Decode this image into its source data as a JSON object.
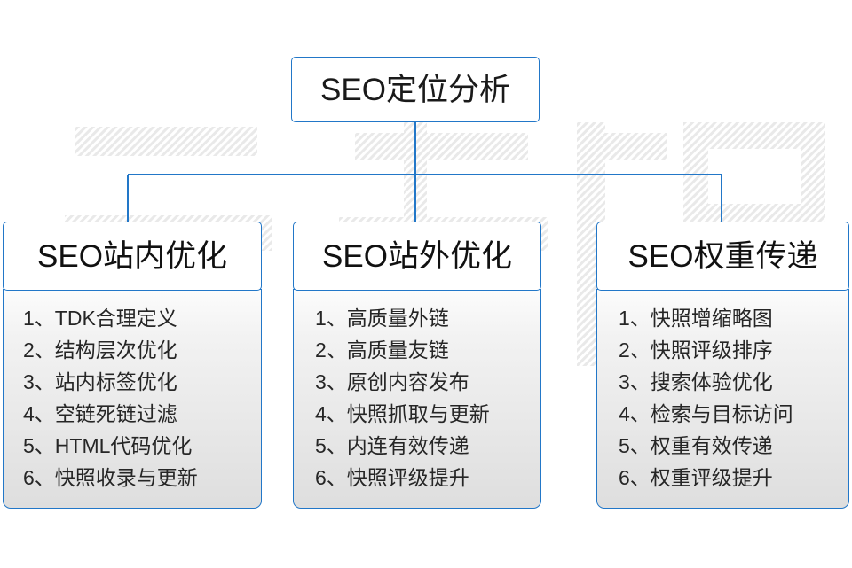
{
  "colors": {
    "border_blue": "#2277c8",
    "connector_blue": "#2277c8",
    "title_text": "#1a1a1a",
    "body_text": "#262626",
    "panel_top": "#fcfcfc",
    "panel_bottom": "#dedede",
    "watermark_gray": "#ebebeb",
    "page_background": "#ffffff"
  },
  "diagram": {
    "root": {
      "label": "SEO定位分析"
    },
    "branches": [
      {
        "id": "branch-1",
        "header": "SEO站内优化",
        "items": [
          "1、TDK合理定义",
          "2、结构层次优化",
          "3、站内标签优化",
          "4、空链死链过滤",
          "5、HTML代码优化",
          "6、快照收录与更新"
        ]
      },
      {
        "id": "branch-2",
        "header": "SEO站外优化",
        "items": [
          "1、高质量外链",
          "2、高质量友链",
          "3、原创内容发布",
          "4、快照抓取与更新",
          "5、内连有效传递",
          "6、快照评级提升"
        ]
      },
      {
        "id": "branch-3",
        "header": "SEO权重传递",
        "items": [
          "1、快照增缩略图",
          "2、快照评级排序",
          "3、搜索体验优化",
          "4、检索与目标访问",
          "5、权重有效传递",
          "6、权重评级提升"
        ]
      }
    ]
  },
  "watermark": {
    "text": "云无限",
    "mark": "R"
  }
}
